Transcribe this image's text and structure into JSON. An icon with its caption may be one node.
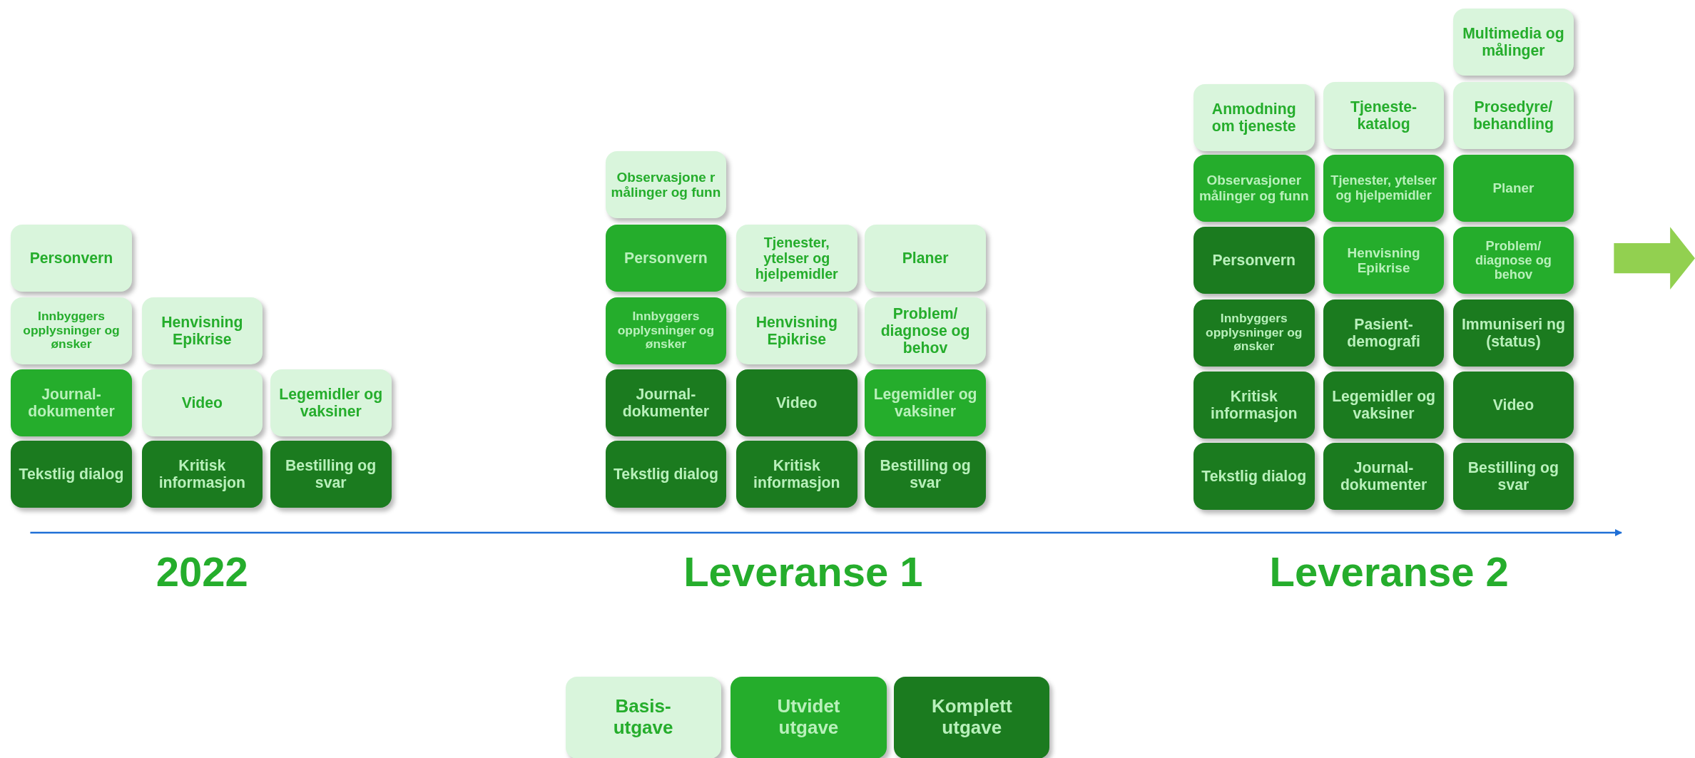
{
  "diagram": {
    "nodes": [
      {
        "text": [
          "Personvern"
        ]
      },
      {
        "text": [
          "Innbyggers opplysninger og ønsker"
        ]
      },
      {
        "text": [
          "Journal-dokumenter"
        ]
      },
      {
        "text": [
          "Tekstlig dialog"
        ]
      },
      {
        "text": [
          "Henvisning Epikrise"
        ]
      },
      {
        "text": [
          "Video"
        ]
      },
      {
        "text": [
          "Kritisk informasjon"
        ]
      },
      {
        "text": [
          "Legemidler og vaksiner"
        ]
      },
      {
        "text": [
          "Bestilling og svar"
        ]
      },
      {
        "text": [
          "Observasjone r målinger og funn"
        ]
      },
      {
        "text": [
          "Personvern"
        ]
      },
      {
        "text": [
          "Innbyggers opplysninger og ønsker"
        ]
      },
      {
        "text": [
          "Journal-dokumenter"
        ]
      },
      {
        "text": [
          "Tekstlig dialog"
        ]
      },
      {
        "text": [
          "Tjenester, ytelser og hjelpemidler"
        ]
      },
      {
        "text": [
          "Henvisning Epikrise"
        ]
      },
      {
        "text": [
          "Video"
        ]
      },
      {
        "text": [
          "Kritisk informasjon"
        ]
      },
      {
        "text": [
          "Planer"
        ]
      },
      {
        "text": [
          "Problem/ diagnose og behov"
        ]
      },
      {
        "text": [
          "Legemidler og vaksiner"
        ]
      },
      {
        "text": [
          "Bestilling og svar"
        ]
      },
      {
        "text": [
          "Anmodning om tjeneste"
        ]
      },
      {
        "text": [
          "Observasjoner målinger og funn"
        ]
      },
      {
        "text": [
          "Personvern"
        ]
      },
      {
        "text": [
          "Innbyggers opplysninger og ønsker"
        ]
      },
      {
        "text": [
          "Kritisk informasjon"
        ]
      },
      {
        "text": [
          "Tekstlig dialog"
        ]
      },
      {
        "text": [
          "Tjeneste-katalog"
        ]
      },
      {
        "text": [
          "Tjenester, ytelser og hjelpemidler"
        ]
      },
      {
        "text": [
          "Henvisning Epikrise"
        ]
      },
      {
        "text": [
          "Pasient-demografi"
        ]
      },
      {
        "text": [
          "Legemidler og vaksiner"
        ]
      },
      {
        "text": [
          "Journal-dokumenter"
        ]
      },
      {
        "text": [
          "Multimedia og målinger"
        ]
      },
      {
        "text": [
          "Prosedyre/ behandling"
        ]
      },
      {
        "text": [
          "Planer"
        ]
      },
      {
        "text": [
          "Problem/ diagnose og behov"
        ]
      },
      {
        "text": [
          "Immuniseri ng (status)"
        ]
      },
      {
        "text": [
          "Video"
        ]
      },
      {
        "text": [
          "Bestilling og svar"
        ]
      }
    ],
    "labels": [
      "2022",
      "Leveranse 1",
      "Leveranse 2"
    ],
    "legend": [
      {
        "text": "Basis-utgave",
        "color": "#d9f5dc"
      },
      {
        "text": "Utvidet utgave",
        "color": "#25ad2c"
      },
      {
        "text": "Komplett utgave",
        "color": "#1b7b1f"
      }
    ]
  }
}
